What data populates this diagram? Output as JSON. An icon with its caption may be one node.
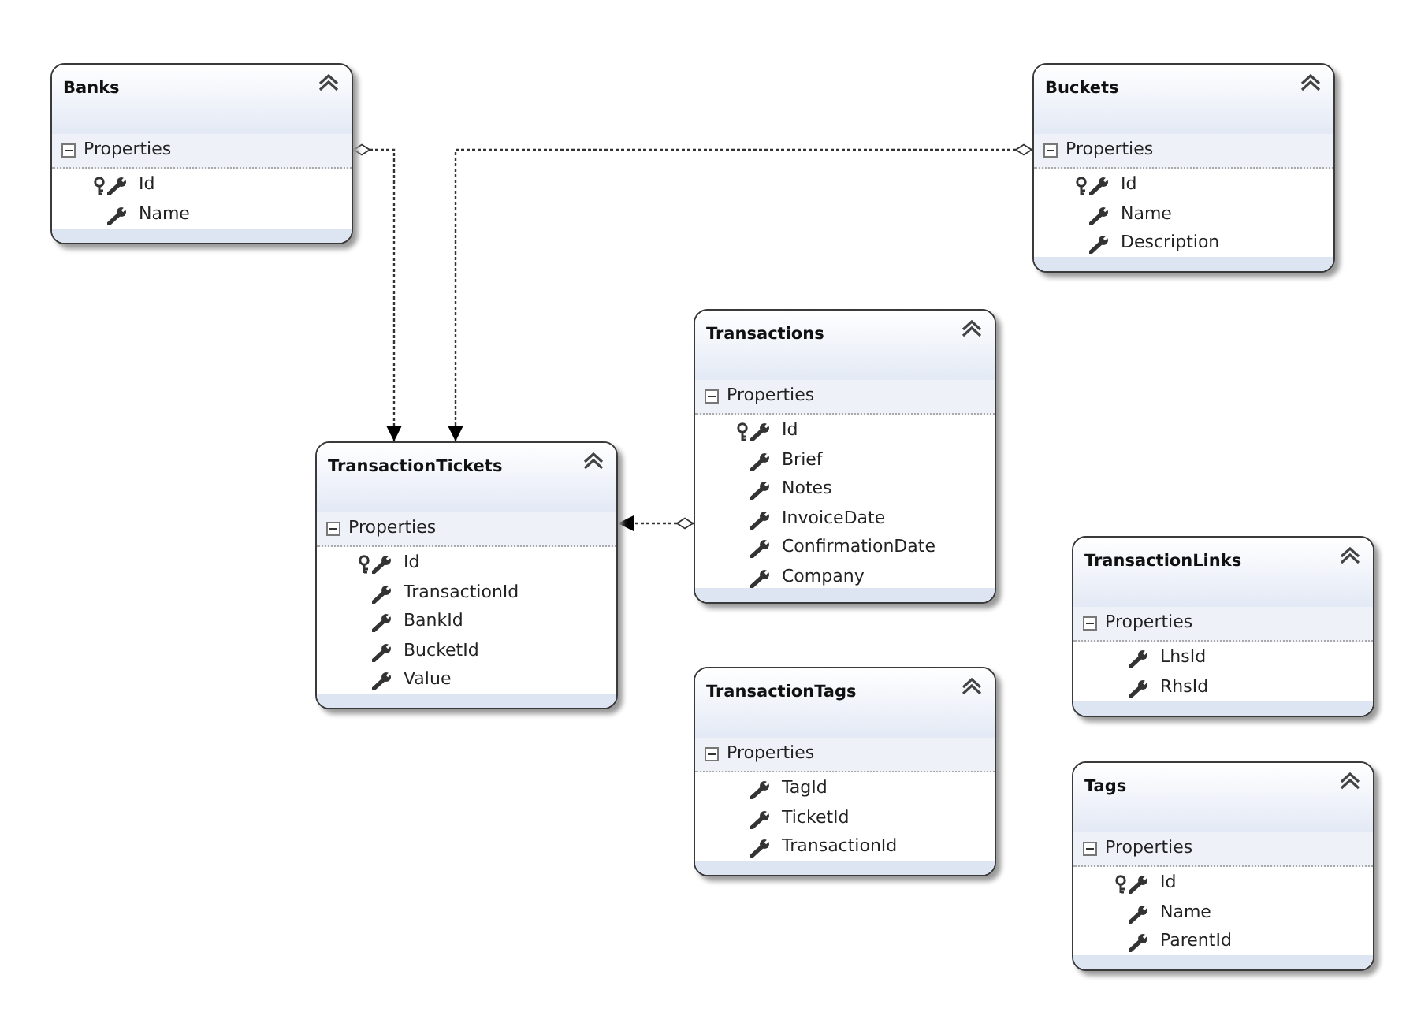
{
  "diagram": {
    "nodes": [
      {
        "text": [
          "Banks",
          "Properties",
          "Id",
          "Name"
        ]
      },
      {
        "text": [
          "Buckets",
          "Properties",
          "Id",
          "Name",
          "Description"
        ]
      },
      {
        "text": [
          "Transactions",
          "Properties",
          "Id",
          "Brief",
          "Notes",
          "InvoiceDate",
          "ConfirmationDate",
          "Company"
        ]
      },
      {
        "text": [
          "TransactionTickets",
          "Properties",
          "Id",
          "TransactionId",
          "BankId",
          "BucketId",
          "Value"
        ]
      },
      {
        "text": [
          "TransactionLinks",
          "Properties",
          "LhsId",
          "RhsId"
        ]
      },
      {
        "text": [
          "TransactionTags",
          "Properties",
          "TagId",
          "TicketId",
          "TransactionId"
        ]
      },
      {
        "text": [
          "Tags",
          "Properties",
          "Id",
          "Name",
          "ParentId"
        ]
      }
    ],
    "edges": [
      {
        "from": 0,
        "to": 3,
        "arrow": "to",
        "style": "dashed"
      },
      {
        "from": 1,
        "to": 3,
        "arrow": "to",
        "style": "dashed"
      },
      {
        "from": 2,
        "to": 3,
        "arrow": "to",
        "style": "dashed"
      }
    ]
  }
}
